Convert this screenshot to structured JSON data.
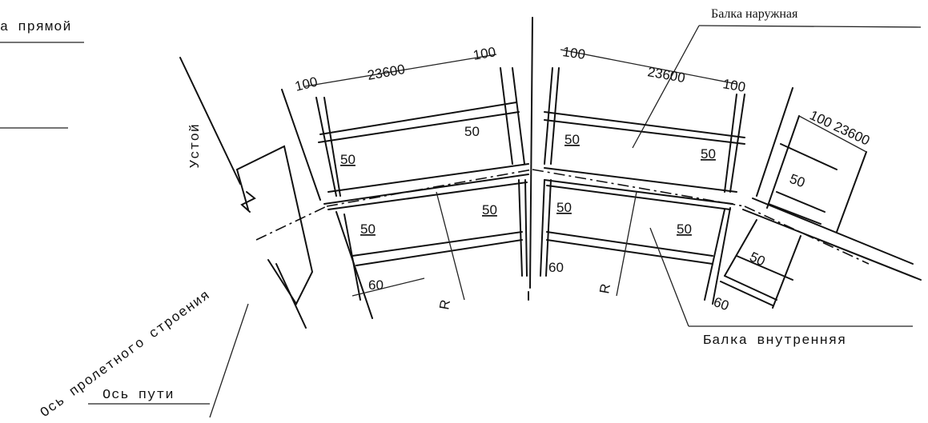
{
  "labels": {
    "pryamoy_partial": "а прямой",
    "balka_naruzhnaya": "Балка наружная",
    "ustoy": "Устой",
    "os_proletnogo": "Ось пролетного строения",
    "os_puti": "Ось пути",
    "balka_vnutrennyaya": "Балка внутренняя"
  },
  "dims": {
    "d100_1": "100",
    "d23600_1": "23600",
    "d100_2": "100",
    "d100_3": "100",
    "d23600_2": "23600",
    "d100_4": "100",
    "d100_23600": "100 23600",
    "d50_a": "50",
    "d50_b": "50",
    "d50_c": "50",
    "d50_d": "50",
    "d50_e": "50",
    "d50_f": "50",
    "d50_g": "50",
    "d50_h": "50",
    "d50_i": "50",
    "d50_j": "50",
    "d60_a": "60",
    "d60_b": "60",
    "d60_c": "60",
    "r_left": "R",
    "r_right": "R"
  }
}
